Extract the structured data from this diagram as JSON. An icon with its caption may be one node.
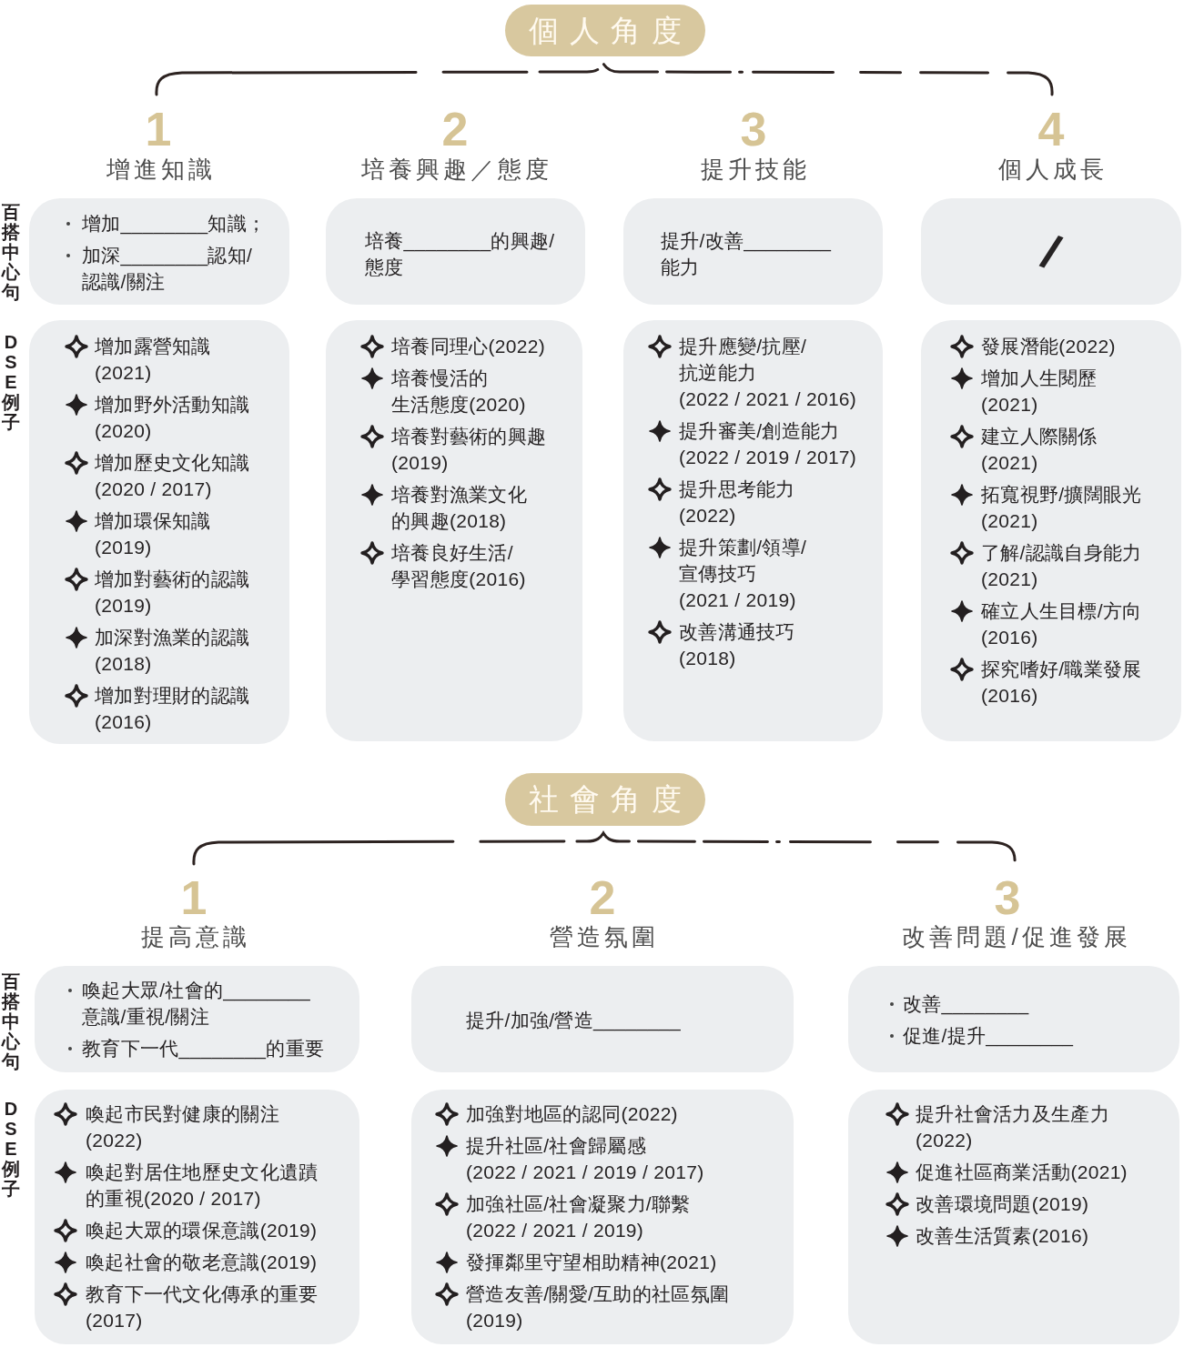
{
  "diagram": {
    "nodes": [
      {
        "text": [
          "個人角度"
        ]
      },
      {
        "text": [
          "增加________知識；",
          "加深________認知/認識/關注"
        ],
        "beside": [
          "1",
          "增進知識"
        ]
      },
      {
        "text": [
          "培養________的興趣/態度"
        ],
        "beside": [
          "2",
          "培養興趣／態度"
        ]
      },
      {
        "text": [
          "提升/改善________能力"
        ],
        "beside": [
          "3",
          "提升技能"
        ]
      },
      {
        "text": [
          "/"
        ],
        "beside": [
          "4",
          "個人成長"
        ]
      },
      {
        "text": [
          "增加露營知識(2021)",
          "增加野外活動知識(2020)",
          "增加歷史文化知識(2020 / 2017)",
          "增加環保知識(2019)",
          "增加對藝術的認識(2019)",
          "加深對漁業的認識(2018)",
          "增加對理財的認識(2016)"
        ]
      },
      {
        "text": [
          "培養同理心(2022)",
          "培養慢活的生活態度(2020)",
          "培養對藝術的興趣(2019)",
          "培養對漁業文化的興趣(2018)",
          "培養良好生活/學習態度(2016)"
        ]
      },
      {
        "text": [
          "提升應變/抗壓/抗逆能力(2022 / 2021 / 2016)",
          "提升審美/創造能力(2022 / 2019 / 2017)",
          "提升思考能力(2022)",
          "提升策劃/領導/宣傳技巧(2021 / 2019)",
          "改善溝通技巧(2018)"
        ]
      },
      {
        "text": [
          "發展潛能(2022)",
          "增加人生閱歷(2021)",
          "建立人際關係(2021)",
          "拓寬視野/擴闊眼光(2021)",
          "了解/認識自身能力(2021)",
          "確立人生目標/方向(2016)",
          "探究嗜好/職業發展(2016)"
        ]
      },
      {
        "text": [
          "社會角度"
        ]
      },
      {
        "text": [
          "喚起大眾/社會的________意識/重視/關注",
          "教育下一代________的重要"
        ],
        "beside": [
          "1",
          "提高意識"
        ]
      },
      {
        "text": [
          "提升/加強/營造________"
        ],
        "beside": [
          "2",
          "營造氛圍"
        ]
      },
      {
        "text": [
          "改善________",
          "促進/提升________"
        ],
        "beside": [
          "3",
          "改善問題/促進發展"
        ]
      },
      {
        "text": [
          "喚起市民對健康的關注(2022)",
          "喚起對居住地歷史文化遺蹟的重視(2020 / 2017)",
          "喚起大眾的環保意識(2019)",
          "喚起社會的敬老意識(2019)",
          "教育下一代文化傳承的重要(2017)"
        ]
      },
      {
        "text": [
          "加強對地區的認同(2022)",
          "提升社區/社會歸屬感(2022 / 2021 / 2019 / 2017)",
          "加強社區/社會凝聚力/聯繫(2022 / 2021 / 2019)",
          "發揮鄰里守望相助精神(2021)",
          "營造友善/關愛/互助的社區氛圍(2019)"
        ]
      },
      {
        "text": [
          "提升社會活力及生產力(2022)",
          "促進社區商業活動(2021)",
          "改善環境問題(2019)",
          "改善生活質素(2016)"
        ]
      }
    ],
    "labels": [
      "百搭中心句",
      "DSE例子",
      "百搭中心句",
      "DSE例子"
    ]
  }
}
